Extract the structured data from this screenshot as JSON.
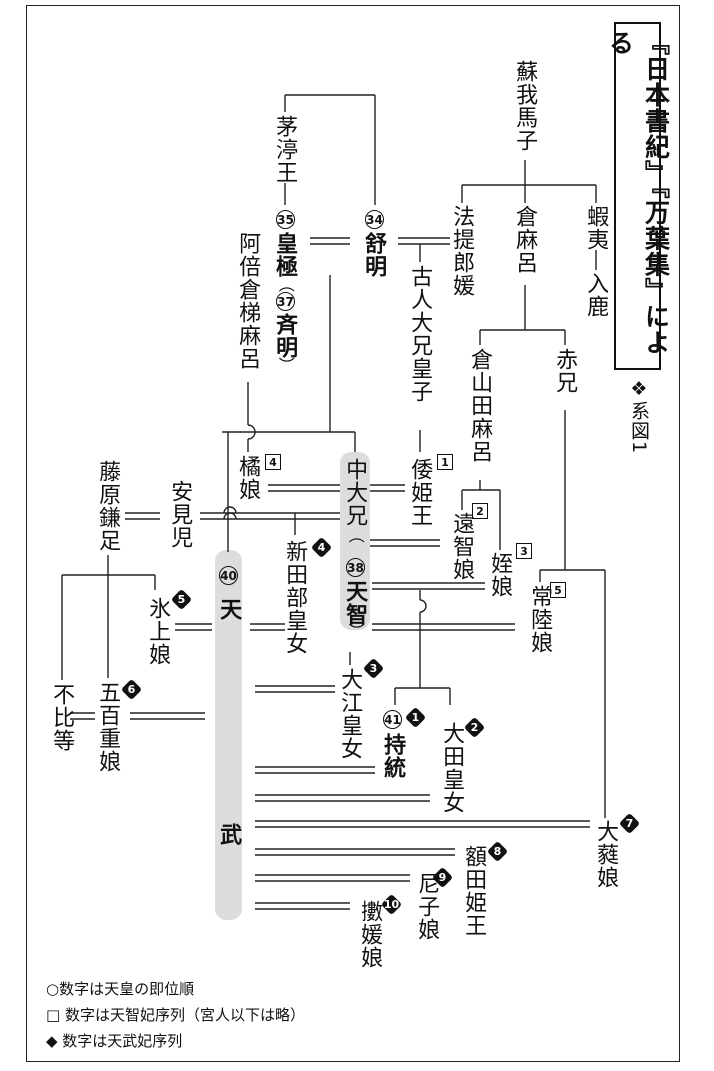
{
  "title": "『日本書紀』『万葉集』による",
  "caption": "❖系図1",
  "people": {
    "umako": "蘇我馬子",
    "hodete": "法提郎媛",
    "kurumaro": "倉麻呂",
    "emishi": "蝦夷",
    "iruka": "入鹿",
    "ishikawamaro": "倉山田麻呂",
    "akae": "赤兄",
    "chinuo": "茅渟王",
    "kogyoku": "皇極",
    "saimei": "斉明",
    "jomei": "舒明",
    "furuhito": "古人大兄皇子",
    "kurahashi": "阿倍倉梯麻呂",
    "tachibana": "橘娘",
    "yamato": "倭姫王",
    "ochi": "遠智娘",
    "mei": "姪娘",
    "hitachi": "常陸娘",
    "kamatari": "藤原鎌足",
    "ajimi": "安見児",
    "naka": "中大兄",
    "tenji": "天智",
    "niitabe": "新田部皇女",
    "tenmu_a": "天",
    "tenmu_b": "武",
    "hikami": "氷上娘",
    "fuhito": "不比等",
    "ioe": "五百重娘",
    "oe": "大江皇女",
    "jito": "持統",
    "ota": "大田皇女",
    "onu": "大蕤娘",
    "nukata": "額田姫王",
    "amako": "尼子娘",
    "kaji": "擻媛娘"
  },
  "marks": {
    "n34": "34",
    "n35": "35",
    "n37": "37",
    "n38": "38",
    "n40": "40",
    "n41": "41",
    "s1": "1",
    "s2": "2",
    "s3": "3",
    "s4": "4",
    "s5": "5",
    "d1": "1",
    "d2": "2",
    "d3": "3",
    "d4": "4",
    "d5": "5",
    "d6": "6",
    "d7": "7",
    "d8": "8",
    "d9": "9",
    "d10": "10"
  },
  "legend": {
    "circle": "○数字は天皇の即位順",
    "square": "□ 数字は天智妃序列（宮人以下は略）",
    "diamond": "◆ 数字は天武妃序列"
  }
}
